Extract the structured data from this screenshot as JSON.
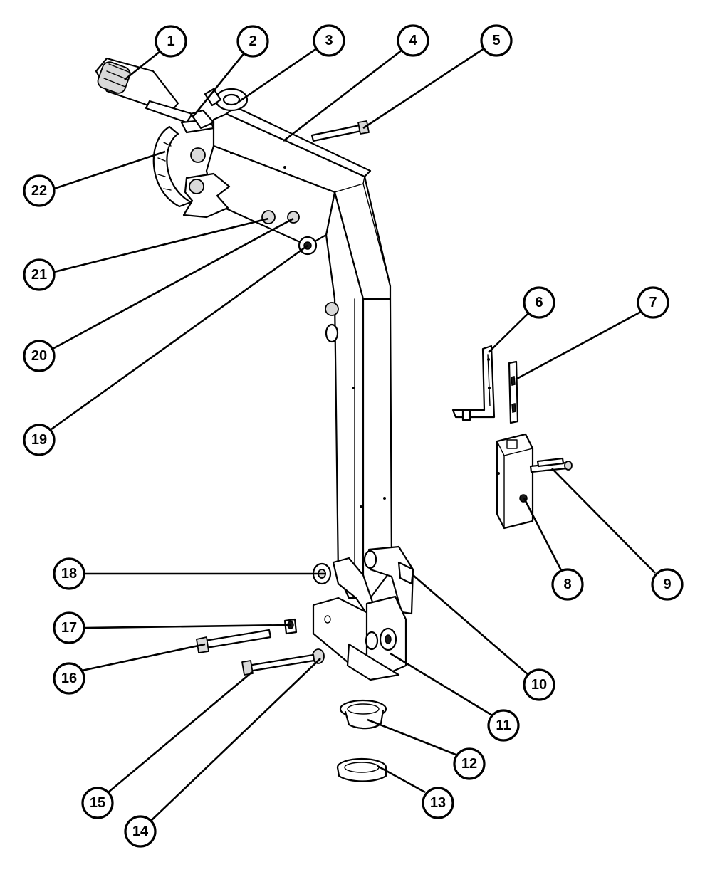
{
  "diagram": {
    "type": "exploded-parts-view",
    "callouts": [
      {
        "id": "1",
        "label": "1"
      },
      {
        "id": "2",
        "label": "2"
      },
      {
        "id": "3",
        "label": "3"
      },
      {
        "id": "4",
        "label": "4"
      },
      {
        "id": "5",
        "label": "5"
      },
      {
        "id": "6",
        "label": "6"
      },
      {
        "id": "7",
        "label": "7"
      },
      {
        "id": "8",
        "label": "8"
      },
      {
        "id": "9",
        "label": "9"
      },
      {
        "id": "10",
        "label": "10"
      },
      {
        "id": "11",
        "label": "11"
      },
      {
        "id": "12",
        "label": "12"
      },
      {
        "id": "13",
        "label": "13"
      },
      {
        "id": "14",
        "label": "14"
      },
      {
        "id": "15",
        "label": "15"
      },
      {
        "id": "16",
        "label": "16"
      },
      {
        "id": "17",
        "label": "17"
      },
      {
        "id": "18",
        "label": "18"
      },
      {
        "id": "19",
        "label": "19"
      },
      {
        "id": "20",
        "label": "20"
      },
      {
        "id": "21",
        "label": "21"
      },
      {
        "id": "22",
        "label": "22"
      }
    ],
    "colors": {
      "line": "#000000",
      "background": "#ffffff"
    }
  }
}
